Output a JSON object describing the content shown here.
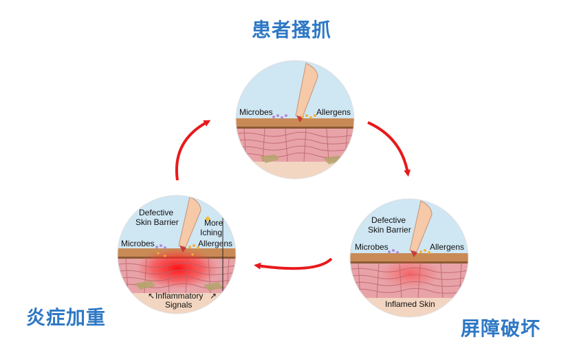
{
  "stages": {
    "top": "患者搔抓",
    "right": "屏障破坏",
    "left": "炎症加重"
  },
  "circles": {
    "top": {
      "microbes": "Microbes",
      "allergens": "Allergens"
    },
    "right": {
      "defective_1": "Defective",
      "defective_2": "Skin Barrier",
      "microbes": "Microbes",
      "allergens": "Allergens",
      "inflamed": "Inflamed Skin"
    },
    "left": {
      "defective_1": "Defective",
      "defective_2": "Skin Barrier",
      "more_1": "More",
      "more_2": "Iching",
      "microbes": "Microbes",
      "allergens": "Allergens",
      "signals_1": "Inflammatory",
      "signals_2": "Signals"
    }
  },
  "colors": {
    "title": "#2e78c4",
    "arrow": "#e8191c",
    "sky": "#cfe6f3",
    "barrier": "#c98a55",
    "tissue": "#e8a3a8",
    "cell_line": "#b8606a",
    "dermis": "#f2d6c2",
    "finger": "#f6c9a8",
    "inflamed": "#ff1a1a"
  }
}
